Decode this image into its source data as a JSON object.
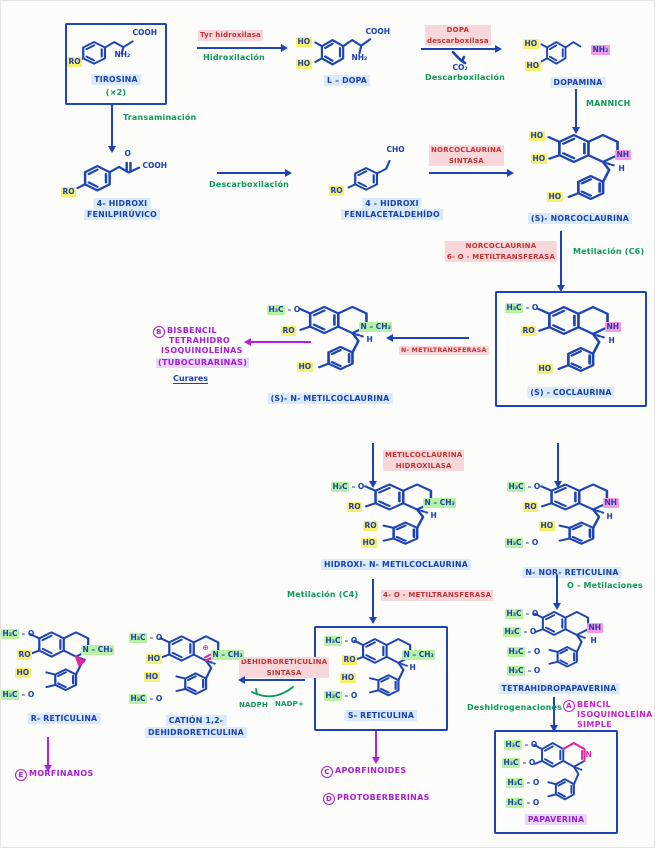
{
  "colors": {
    "ink_blue": "#1c44b4",
    "enzyme_red": "#c23434",
    "reaction_green": "#0c9a57",
    "branch_purple": "#a81fd6",
    "branch_magenta": "#cb1fd6",
    "pink_ink": "#e8259d",
    "hl_yellow": "#f7ef6e",
    "hl_green": "#b7f2a2",
    "hl_pink": "#f79ae0",
    "hl_blue": "#d8eafb",
    "hl_lavender": "#e7d8f9"
  },
  "tokens": {
    "h3c": "H₃C",
    "o": "– O",
    "ho": "HO",
    "ro": "RO",
    "nh": "NH",
    "nh2": "NH₂",
    "ncH3": "N – CH₃",
    "h": "H",
    "cooh": "COOH",
    "cho": "CHO",
    "oxo": "O",
    "plus": "⊕",
    "n": "N"
  },
  "compounds": {
    "tirosina": {
      "name": "TIROSINA",
      "note": "(×2)"
    },
    "ldopa": {
      "name": "L – DOPA"
    },
    "dopamina": {
      "name": "DOPAMINA"
    },
    "hfp": {
      "name1": "4- HIDROXI",
      "name2": "FENILPIRÚVICO"
    },
    "hfa": {
      "name1": "4 - HIDROXI",
      "name2": "FENILACETALDEHÍDO"
    },
    "norcoclaurina": {
      "name": "(S)- NORCOCLAURINA"
    },
    "coclaurina": {
      "name": "(S) - COCLAURINA"
    },
    "nmetilcoclaurina": {
      "name": "(S)- N- METILCOCLAURINA"
    },
    "hidroximetilcoclaurina": {
      "name": "HIDROXI- N- METILCOCLAURINA"
    },
    "norreticulina": {
      "name": "N- NOR- RETICULINA"
    },
    "tetrahidropapaverina": {
      "name": "TETRAHIDROPAPAVERINA"
    },
    "papaverina": {
      "name": "PAPAVERINA"
    },
    "sreticulina": {
      "name": "S- RETICULINA"
    },
    "cation": {
      "name1": "CATIÓN 1,2-",
      "name2": "DEHIDRORETICULINA"
    },
    "rreticulina": {
      "name": "R- RETICULINA"
    }
  },
  "steps": {
    "s1": {
      "enzyme": "Tyr hidroxilasa",
      "reaction": "Hidroxilación"
    },
    "s2": {
      "enzyme1": "DOPA",
      "enzyme2": "descarboxilasa",
      "byproduct": "CO₂",
      "reaction": "Descarboxilación"
    },
    "s3": {
      "reaction": "MANNICH"
    },
    "s4": {
      "reaction": "Transaminación"
    },
    "s5": {
      "reaction": "Descarboxilación"
    },
    "s6": {
      "enzyme1": "NORCOCLAURINA",
      "enzyme2": "SINTASA"
    },
    "s7": {
      "enzyme1": "NORCOCLAURINA",
      "enzyme2": "6- O - METILTRANSFERASA",
      "reaction": "Metilación (C6)"
    },
    "s8": {
      "enzyme": "N- METILTRANSFERASA"
    },
    "s9": {
      "enzyme1": "METILCOCLAURINA",
      "enzyme2": "HIDROXILASA"
    },
    "s10": {
      "reaction": "Metilación (C4)",
      "enzyme": "4- O - METILTRANSFERASA"
    },
    "s11": {
      "reaction": "O - Metilaciones"
    },
    "s12": {
      "reaction": "Deshidrogenaciones"
    },
    "s13": {
      "enzyme1": "DEHIDRORETICULINA",
      "enzyme2": "SINTASA",
      "cof1": "NADPH",
      "cof2": "NADP+"
    }
  },
  "branches": {
    "a": {
      "letter": "A",
      "l1": "BENCIL",
      "l2": "ISOQUINOLEÍNA",
      "l3": "SIMPLE"
    },
    "b": {
      "letter": "B",
      "l1": "BISBENCIL",
      "l2": "TETRAHIDRO",
      "l3": "ISOQUINOLEÍNAS",
      "l4": "(TUBOCURARINAS)",
      "l5": "Curares"
    },
    "c": {
      "letter": "C",
      "label": "APORFINOIDES"
    },
    "d": {
      "letter": "D",
      "label": "PROTOBERBERINAS"
    },
    "e": {
      "letter": "E",
      "label": "MORFINANOS"
    }
  }
}
